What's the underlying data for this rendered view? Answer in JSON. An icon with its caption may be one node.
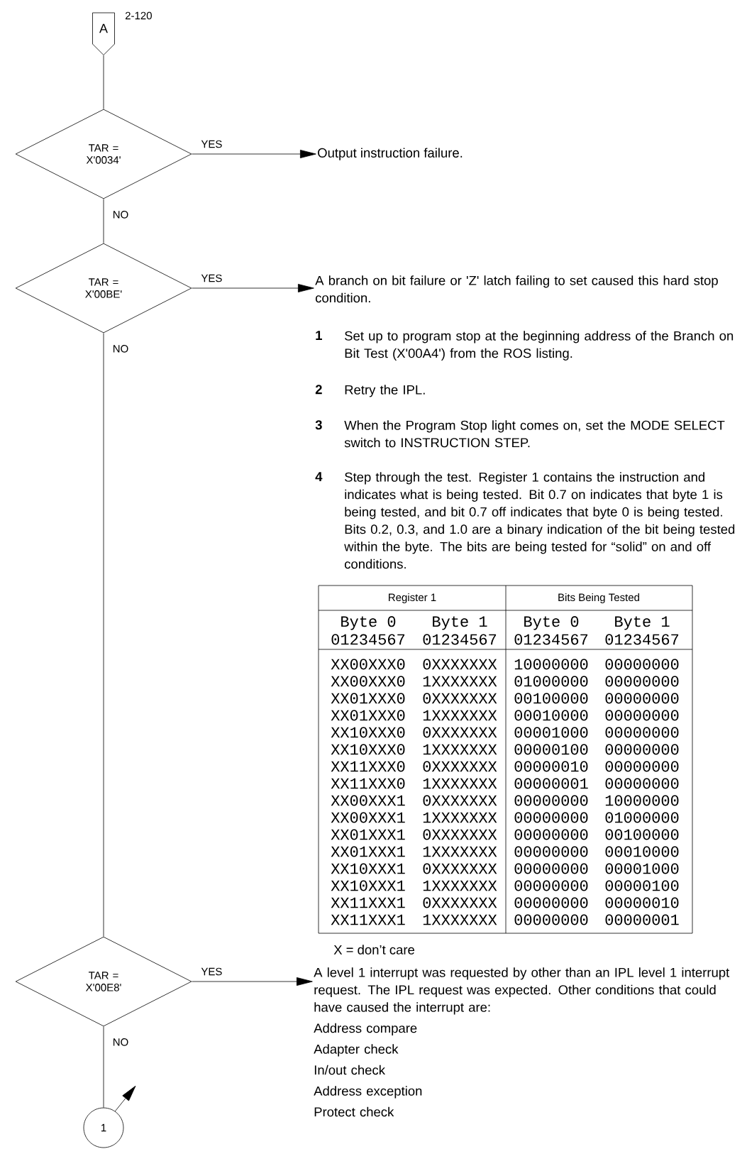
{
  "diagram": {
    "nodes": [
      {
        "text": [
          "A"
        ],
        "beside": [
          "2-120"
        ]
      },
      {
        "text": [
          "TAR = X'0034'"
        ]
      },
      {
        "text": [
          "Output instruction failure."
        ]
      },
      {
        "text": [
          "TAR = X'00BE'"
        ]
      },
      {
        "text": [
          "A branch on bit failure or 'Z' latch failing to set caused this hard stop condition."
        ]
      },
      {
        "text": [
          "TAR = X'00E8'"
        ]
      },
      {
        "text": [
          "A level 1 interrupt was requested by other than an IPL level 1 interrupt request. The IPL request was expected. Other conditions that could have caused the interrupt are:",
          "Address compare",
          "Adapter check",
          "In/out check",
          "Address exception",
          "Protect check"
        ]
      },
      {
        "text": [
          "1"
        ]
      }
    ],
    "edges": [
      {
        "from": 0,
        "to": 1,
        "arrow": "none"
      },
      {
        "from": 1,
        "to": 2,
        "arrow": "to",
        "label": "YES"
      },
      {
        "from": 1,
        "to": 3,
        "arrow": "none",
        "label": "NO"
      },
      {
        "from": 3,
        "to": 4,
        "arrow": "to",
        "label": "YES"
      },
      {
        "from": 3,
        "to": 5,
        "arrow": "none",
        "label": "NO"
      },
      {
        "from": 5,
        "to": 6,
        "arrow": "to",
        "label": "YES"
      },
      {
        "from": 5,
        "to": 7,
        "arrow": "none",
        "label": "NO"
      },
      {
        "from": 7,
        "to": null,
        "arrow": "to"
      }
    ],
    "labels": [
      "1",
      "Set up to program stop at the beginning address of the Branch on Bit Test (X'00A4') from the ROS listing.",
      "2",
      "Retry the IPL.",
      "3",
      "When the Program Stop light comes on, set the MODE SELECT switch to INSTRUCTION STEP.",
      "4",
      "Step through the test. Register 1 contains the instruction and indicates what is being tested. Bit 0.7 on indicates that byte 1 is being tested, and bit 0.7 off indicates that byte 0 is being tested. Bits 0.2, 0.3, and 1.0 are a binary indication of the bit being tested within the byte. The bits are being tested for “solid” on and off conditions.",
      "Register 1",
      "Bits Being Tested",
      "Byte 0",
      "Byte 1",
      "Byte 0",
      "Byte 1",
      "01234567",
      "01234567",
      "01234567",
      "01234567",
      "XX00XXX0",
      "0XXXXXXX",
      "10000000",
      "00000000",
      "XX00XXX0",
      "1XXXXXXX",
      "01000000",
      "00000000",
      "XX01XXX0",
      "0XXXXXXX",
      "00100000",
      "00000000",
      "XX01XXX0",
      "1XXXXXXX",
      "00010000",
      "00000000",
      "XX10XXX0",
      "0XXXXXXX",
      "00001000",
      "00000000",
      "XX10XXX0",
      "1XXXXXXX",
      "00000100",
      "00000000",
      "XX11XXX0",
      "0XXXXXXX",
      "00000010",
      "00000000",
      "XX11XXX0",
      "1XXXXXXX",
      "00000001",
      "00000000",
      "XX00XXX1",
      "0XXXXXXX",
      "00000000",
      "10000000",
      "XX00XXX1",
      "1XXXXXXX",
      "00000000",
      "01000000",
      "XX01XXX1",
      "0XXXXXXX",
      "00000000",
      "00100000",
      "XX01XXX1",
      "1XXXXXXX",
      "00000000",
      "00010000",
      "XX10XXX1",
      "0XXXXXXX",
      "00000000",
      "00001000",
      "XX10XXX1",
      "1XXXXXXX",
      "00000000",
      "00000100",
      "XX11XXX1",
      "0XXXXXXX",
      "00000000",
      "00000010",
      "XX11XXX1",
      "1XXXXXXX",
      "00000000",
      "00000001",
      "X = don’t care"
    ]
  }
}
